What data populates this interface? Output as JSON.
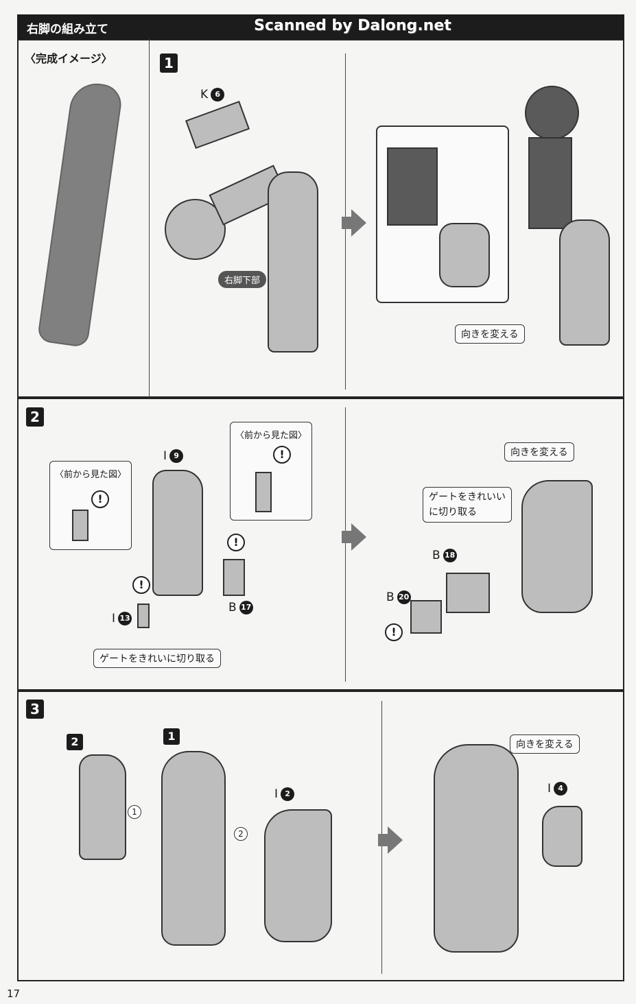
{
  "header": {
    "title": "右脚の組み立て",
    "watermark": "Scanned by Dalong.net"
  },
  "preview": {
    "label": "〈完成イメージ〉"
  },
  "step1": {
    "number": "1",
    "part_k": "K",
    "part_k_num": "6",
    "lower_leg_pill": "右脚下部",
    "callout": "向きを変える"
  },
  "step2": {
    "number": "2",
    "front_view_left": "〈前から見た図〉",
    "front_view_right": "〈前から見た図〉",
    "warn": "!",
    "part_i9": "I",
    "part_i9_num": "9",
    "part_i13": "I",
    "part_i13_num": "13",
    "part_b17": "B",
    "part_b17_num": "17",
    "gate_callout": "ゲートをきれいに切り取る",
    "turn_callout": "向きを変える",
    "gate_callout2_line1": "ゲートをきれいい",
    "gate_callout2_line2": "に切り取る",
    "part_b18": "B",
    "part_b18_num": "18",
    "part_b20": "B",
    "part_b20_num": "20"
  },
  "step3": {
    "number": "3",
    "ref2": "2",
    "ref1": "1",
    "order1": "1",
    "order2": "2",
    "part_i2": "I",
    "part_i2_num": "2",
    "turn_callout": "向きを変える",
    "part_i4": "I",
    "part_i4_num": "4"
  },
  "footer": {
    "page_number": "17"
  }
}
